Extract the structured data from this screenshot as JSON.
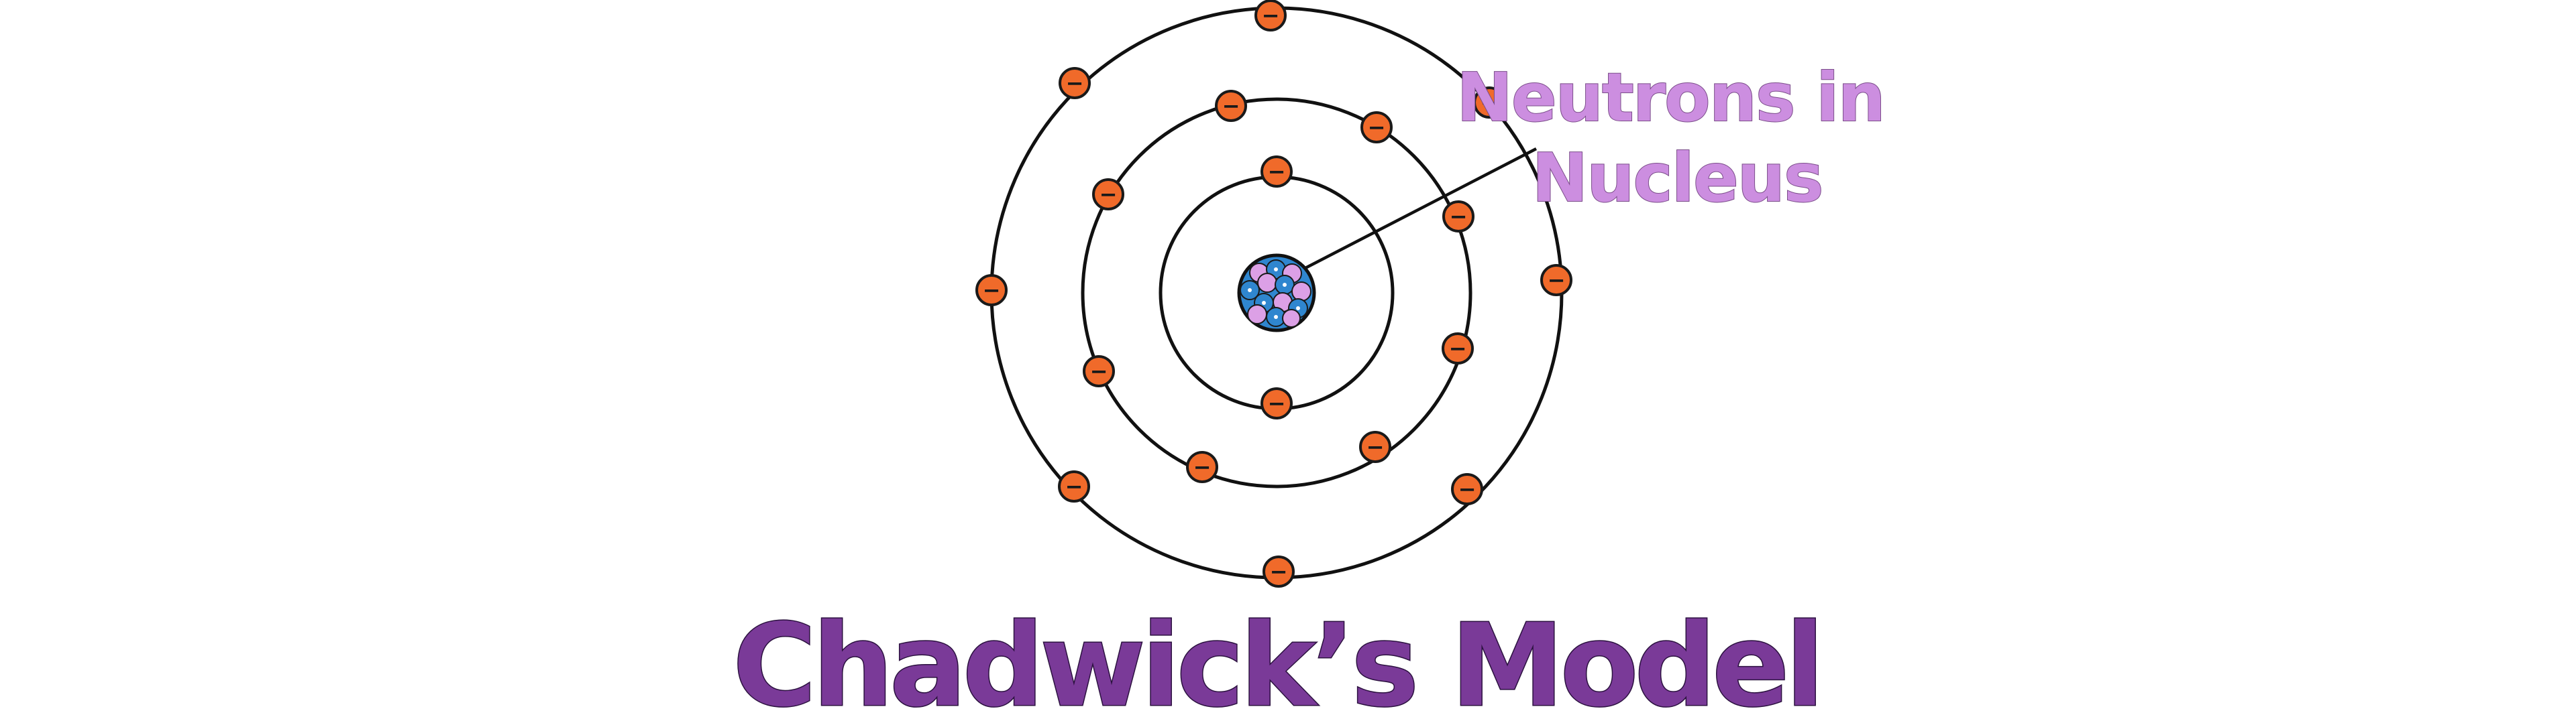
{
  "diagram": {
    "title": "Chadwick’s Model",
    "label": {
      "line1": "Neutrons in",
      "line2": "Nucleus"
    },
    "electron_symbol": "−",
    "colors": {
      "orbit": "#111111",
      "electron_fill": "#f06a2a",
      "electron_stroke": "#1a1a1a",
      "proton_fill": "#2f86cf",
      "neutron_fill": "#dca0e6",
      "nucleus_outline": "#111111",
      "label_color": "#cc8ee0",
      "title_color": "#7a3a98"
    },
    "icons": {
      "electron": "electron-icon",
      "nucleus": "nucleus-icon"
    },
    "shells": [
      {
        "name": "inner-shell",
        "electron_count": 2
      },
      {
        "name": "middle-shell",
        "electron_count": 8
      },
      {
        "name": "outer-shell",
        "electron_count": 8
      }
    ]
  }
}
